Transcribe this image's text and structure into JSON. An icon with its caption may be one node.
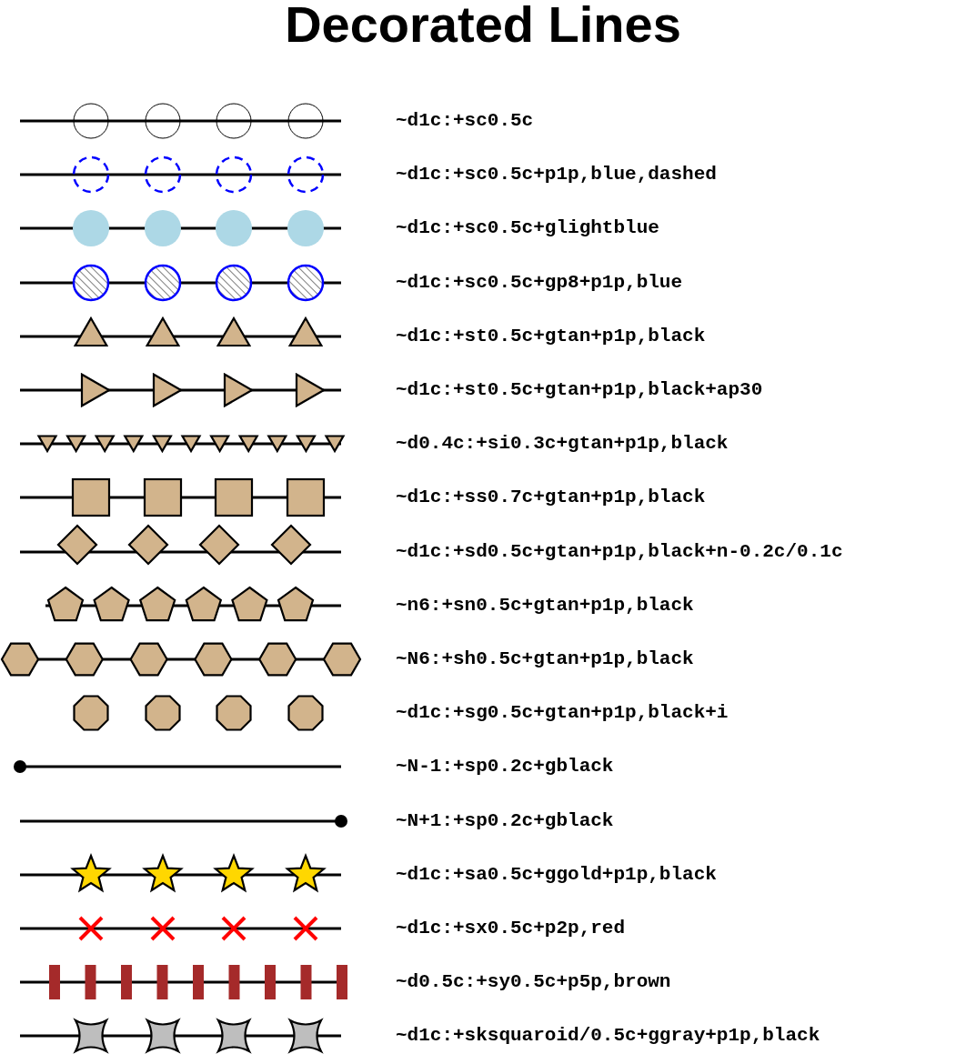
{
  "diagram": {
    "title": "Decorated Lines",
    "labels": [
      "~d1c:+sc0.5c",
      "~d1c:+sc0.5c+p1p,blue,dashed",
      "~d1c:+sc0.5c+glightblue",
      "~d1c:+sc0.5c+gp8+p1p,blue",
      "~d1c:+st0.5c+gtan+p1p,black",
      "~d1c:+st0.5c+gtan+p1p,black+ap30",
      "~d0.4c:+si0.3c+gtan+p1p,black",
      "~d1c:+ss0.7c+gtan+p1p,black",
      "~d1c:+sd0.5c+gtan+p1p,black+n-0.2c/0.1c",
      "~n6:+sn0.5c+gtan+p1p,black",
      "~N6:+sh0.5c+gtan+p1p,black",
      "~d1c:+sg0.5c+gtan+p1p,black+i",
      "~N-1:+sp0.2c+gblack",
      "~N+1:+sp0.2c+gblack",
      "~d1c:+sa0.5c+ggold+p1p,black",
      "~d1c:+sx0.5c+p2p,red",
      "~d0.5c:+sy0.5c+p5p,brown",
      "~d1c:+sksquaroid/0.5c+ggray+p1p,black"
    ]
  }
}
